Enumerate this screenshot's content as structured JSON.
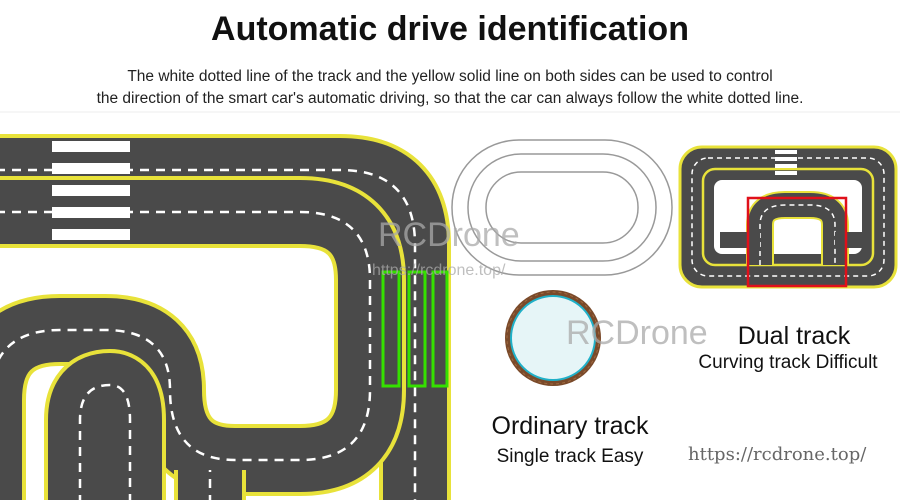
{
  "header": {
    "title": "Automatic drive identification",
    "description_line1": "The white dotted line of the track and the yellow solid line on both sides can be used to control",
    "description_line2": "the direction of the smart car's automatic driving, so that the car can always follow the white dotted line."
  },
  "watermarks": {
    "brand": "RCDrone",
    "url_small": "https://rcdrone.top/"
  },
  "tracks": {
    "ordinary_title": "Ordinary track",
    "ordinary_sub": "Single track Easy",
    "dual_title": "Dual track",
    "dual_sub": "Curving track Difficult"
  },
  "footer": {
    "url": "https://rcdrone.top/"
  },
  "colors": {
    "road": "#4a4a4a",
    "edge_yellow": "#e8e23a",
    "highlight_green": "#35e000",
    "highlight_red": "#e0101a",
    "ring_brown": "#7a4a2a",
    "ring_inner": "#e6f5f7"
  }
}
